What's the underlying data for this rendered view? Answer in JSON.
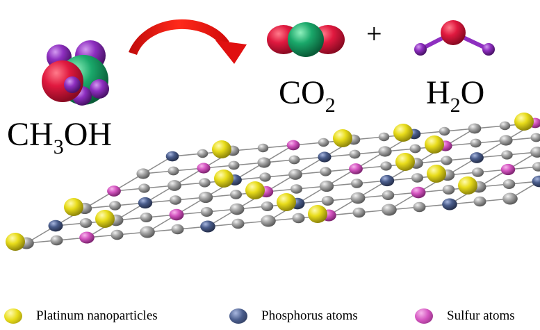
{
  "reactant": {
    "prefix": "CH",
    "sub": "3",
    "suffix": "OH"
  },
  "product1": {
    "prefix": "CO",
    "sub": "2",
    "suffix": ""
  },
  "plus": "+",
  "product2": {
    "prefix": "H",
    "sub": "2",
    "suffix": "O"
  },
  "legend": [
    {
      "label": "Platinum nanoparticles",
      "color": "#e8dc1a"
    },
    {
      "label": "Phosphorus atoms",
      "color": "#4a5d8c"
    },
    {
      "label": "Sulfur atoms",
      "color": "#d455c0"
    }
  ],
  "colors": {
    "carbon": "#a6a6a6",
    "oxygen": "#e0193f",
    "carbon_green": "#1aa86a",
    "hydrogen": "#8e2fc0",
    "arrow": "#e01010",
    "bond": "#8c8c8c"
  }
}
